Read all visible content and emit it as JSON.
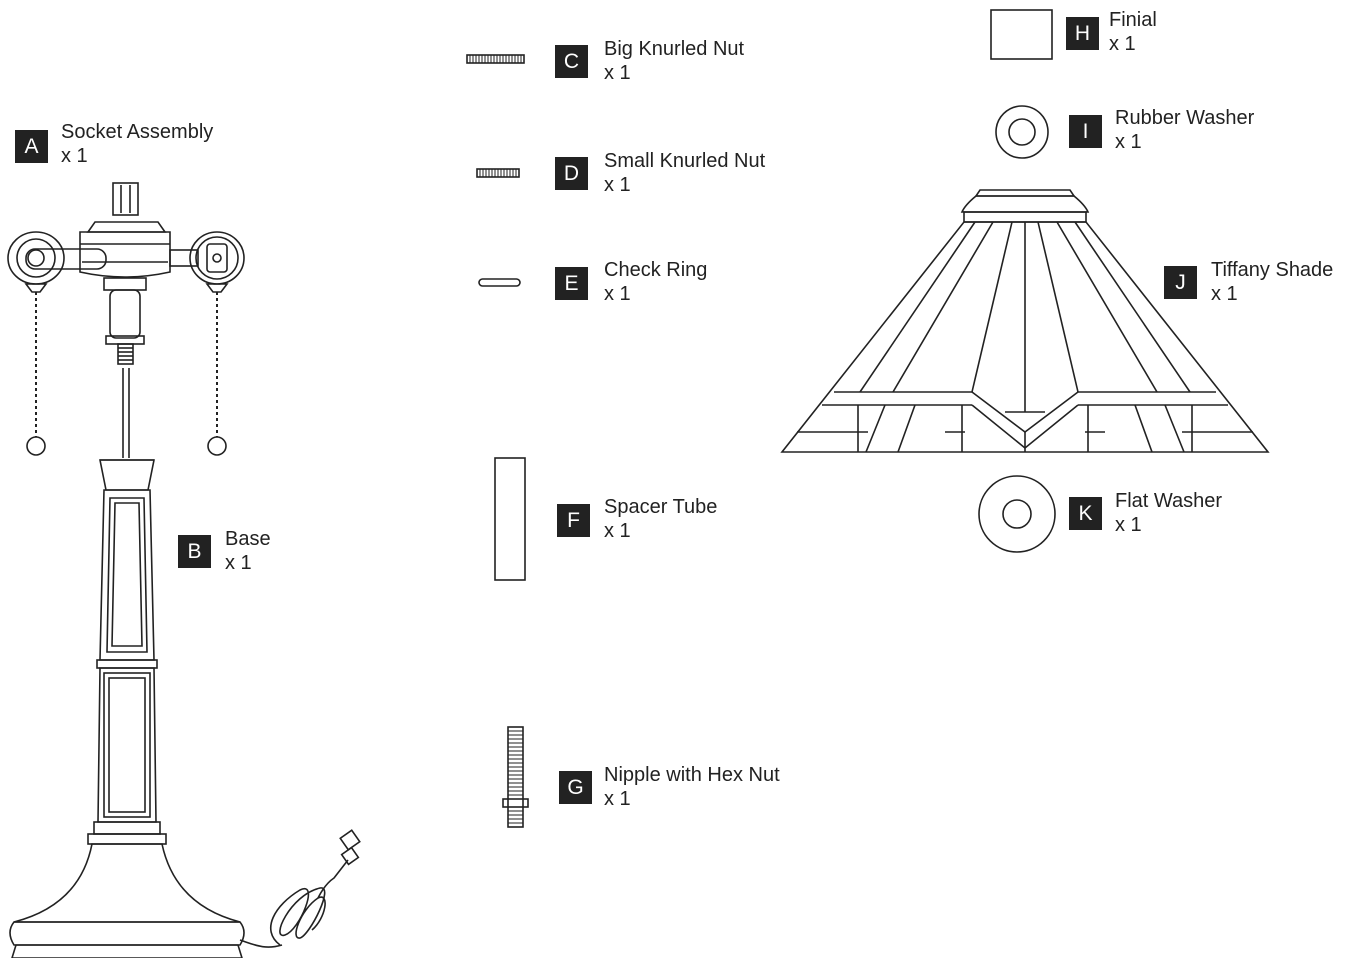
{
  "parts": [
    {
      "letter": "A",
      "name": "Socket Assembly",
      "qty": "x 1"
    },
    {
      "letter": "B",
      "name": "Base",
      "qty": "x 1"
    },
    {
      "letter": "C",
      "name": "Big Knurled Nut",
      "qty": "x 1"
    },
    {
      "letter": "D",
      "name": "Small Knurled Nut",
      "qty": "x 1"
    },
    {
      "letter": "E",
      "name": "Check Ring",
      "qty": "x 1"
    },
    {
      "letter": "F",
      "name": "Spacer Tube",
      "qty": "x 1"
    },
    {
      "letter": "G",
      "name": "Nipple with Hex Nut",
      "qty": "x 1"
    },
    {
      "letter": "H",
      "name": "Finial",
      "qty": "x 1"
    },
    {
      "letter": "I",
      "name": "Rubber Washer",
      "qty": "x 1"
    },
    {
      "letter": "J",
      "name": "Tiffany Shade",
      "qty": "x 1"
    },
    {
      "letter": "K",
      "name": "Flat Washer",
      "qty": "x 1"
    }
  ]
}
